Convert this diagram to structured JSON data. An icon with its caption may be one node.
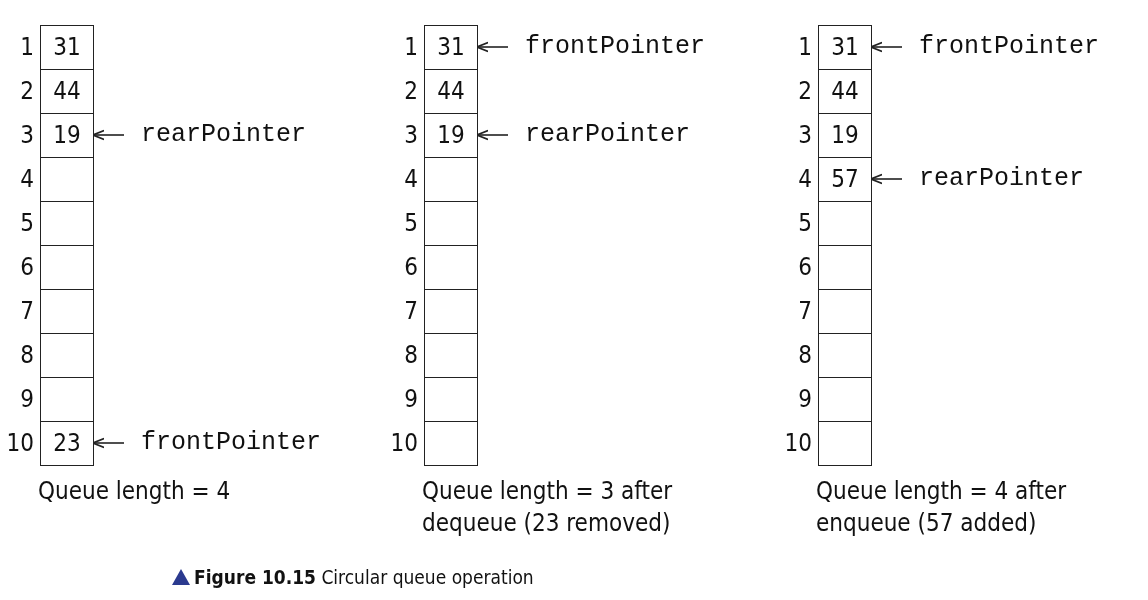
{
  "diagram": {
    "caption": "**Figure 10.15** Circular queue operation",
    "nodes": [
      {
        "text": [
          "31"
        ]
      },
      {
        "text": [
          "44"
        ]
      },
      {
        "text": [
          "19"
        ]
      },
      {
        "text": [],
        "shape": "box"
      },
      {
        "text": [],
        "shape": "box"
      },
      {
        "text": [],
        "shape": "box"
      },
      {
        "text": [],
        "shape": "box"
      },
      {
        "text": [],
        "shape": "box"
      },
      {
        "text": [],
        "shape": "box"
      },
      {
        "text": [
          "23"
        ]
      },
      {
        "text": [
          "rearPointer"
        ]
      },
      {
        "text": [
          "frontPointer"
        ]
      },
      {
        "text": [
          "31"
        ]
      },
      {
        "text": [
          "44"
        ]
      },
      {
        "text": [
          "19"
        ]
      },
      {
        "text": [],
        "shape": "box"
      },
      {
        "text": [],
        "shape": "box"
      },
      {
        "text": [],
        "shape": "box"
      },
      {
        "text": [],
        "shape": "box"
      },
      {
        "text": [],
        "shape": "box"
      },
      {
        "text": [],
        "shape": "box"
      },
      {
        "text": [],
        "shape": "box"
      },
      {
        "text": [
          "frontPointer"
        ]
      },
      {
        "text": [
          "rearPointer"
        ]
      },
      {
        "text": [
          "31"
        ]
      },
      {
        "text": [
          "44"
        ]
      },
      {
        "text": [
          "19"
        ]
      },
      {
        "text": [
          "57"
        ]
      },
      {
        "text": [],
        "shape": "box"
      },
      {
        "text": [],
        "shape": "box"
      },
      {
        "text": [],
        "shape": "box"
      },
      {
        "text": [],
        "shape": "box"
      },
      {
        "text": [],
        "shape": "box"
      },
      {
        "text": [],
        "shape": "box"
      },
      {
        "text": [
          "frontPointer"
        ]
      },
      {
        "text": [
          "rearPointer"
        ]
      }
    ],
    "edges": [
      {
        "from": 10,
        "to": 2,
        "arrow": "to"
      },
      {
        "from": 11,
        "to": 9,
        "arrow": "to"
      },
      {
        "from": 22,
        "to": 12,
        "arrow": "to"
      },
      {
        "from": 23,
        "to": 14,
        "arrow": "to"
      },
      {
        "from": 34,
        "to": 24,
        "arrow": "to"
      },
      {
        "from": 35,
        "to": 27,
        "arrow": "to"
      }
    ],
    "labels": [
      "1",
      "2",
      "3",
      "4",
      "5",
      "6",
      "7",
      "8",
      "9",
      "10",
      "1",
      "2",
      "3",
      "4",
      "5",
      "6",
      "7",
      "8",
      "9",
      "10",
      "1",
      "2",
      "3",
      "4",
      "5",
      "6",
      "7",
      "8",
      "9",
      "10",
      "Queue length = 4",
      "Queue length = 3 after dequeue (23 removed)",
      "Queue length = 4 after enqueue (57 added)"
    ]
  }
}
